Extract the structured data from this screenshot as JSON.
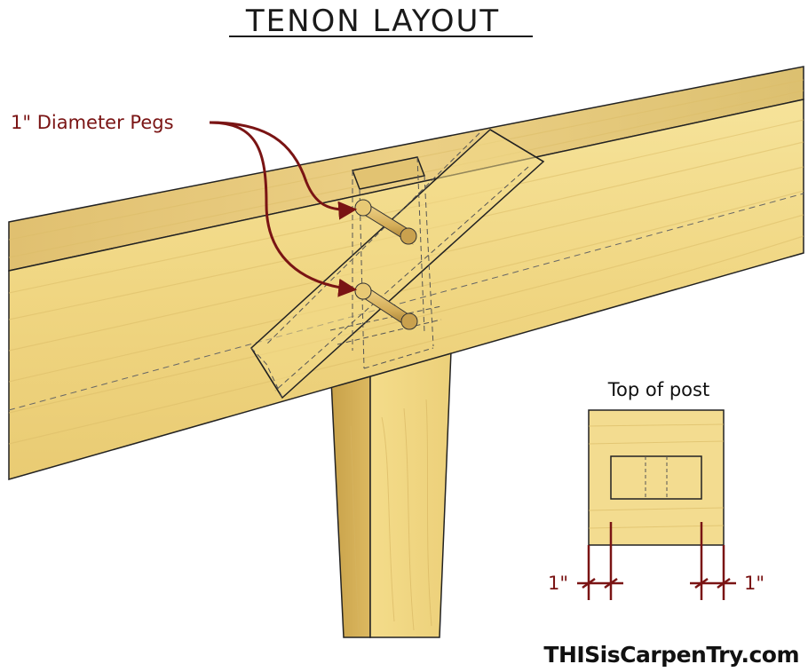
{
  "title": "TENON LAYOUT",
  "callout": {
    "label": "1\" Diameter Pegs"
  },
  "inset": {
    "title": "Top of post",
    "dim_left": "1\"",
    "dim_right": "1\""
  },
  "brand": "THISisCarpenTry.com",
  "colors": {
    "wood_light": "#f2dc8c",
    "wood_mid": "#e6c86c",
    "wood_dark": "#c9a54a",
    "peg": "#d9b860",
    "annotation_red": "#7a1414",
    "line": "#1a1a1a"
  }
}
